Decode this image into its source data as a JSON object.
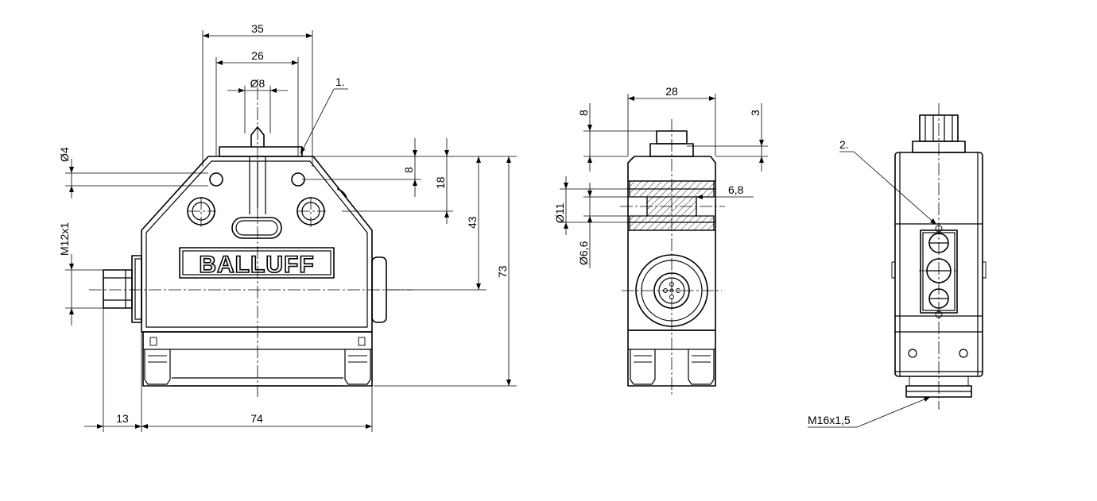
{
  "brand": {
    "logo_text": "BALLUFF"
  },
  "callouts": {
    "one": "1.",
    "two": "2.",
    "thread": "M16x1,5"
  },
  "dimensions": {
    "width_35": "35",
    "width_26": "26",
    "dia_8": "Ø8",
    "dia_4": "Ø4",
    "m12": "M12x1",
    "h_8": "8",
    "h_18": "18",
    "h_43": "43",
    "h_73": "73",
    "w_13": "13",
    "w_74": "74",
    "side_28": "28",
    "side_8": "8",
    "side_3": "3",
    "side_6_8": "6,8",
    "side_dia_11": "Ø11",
    "side_dia_6_6": "Ø6,6"
  }
}
